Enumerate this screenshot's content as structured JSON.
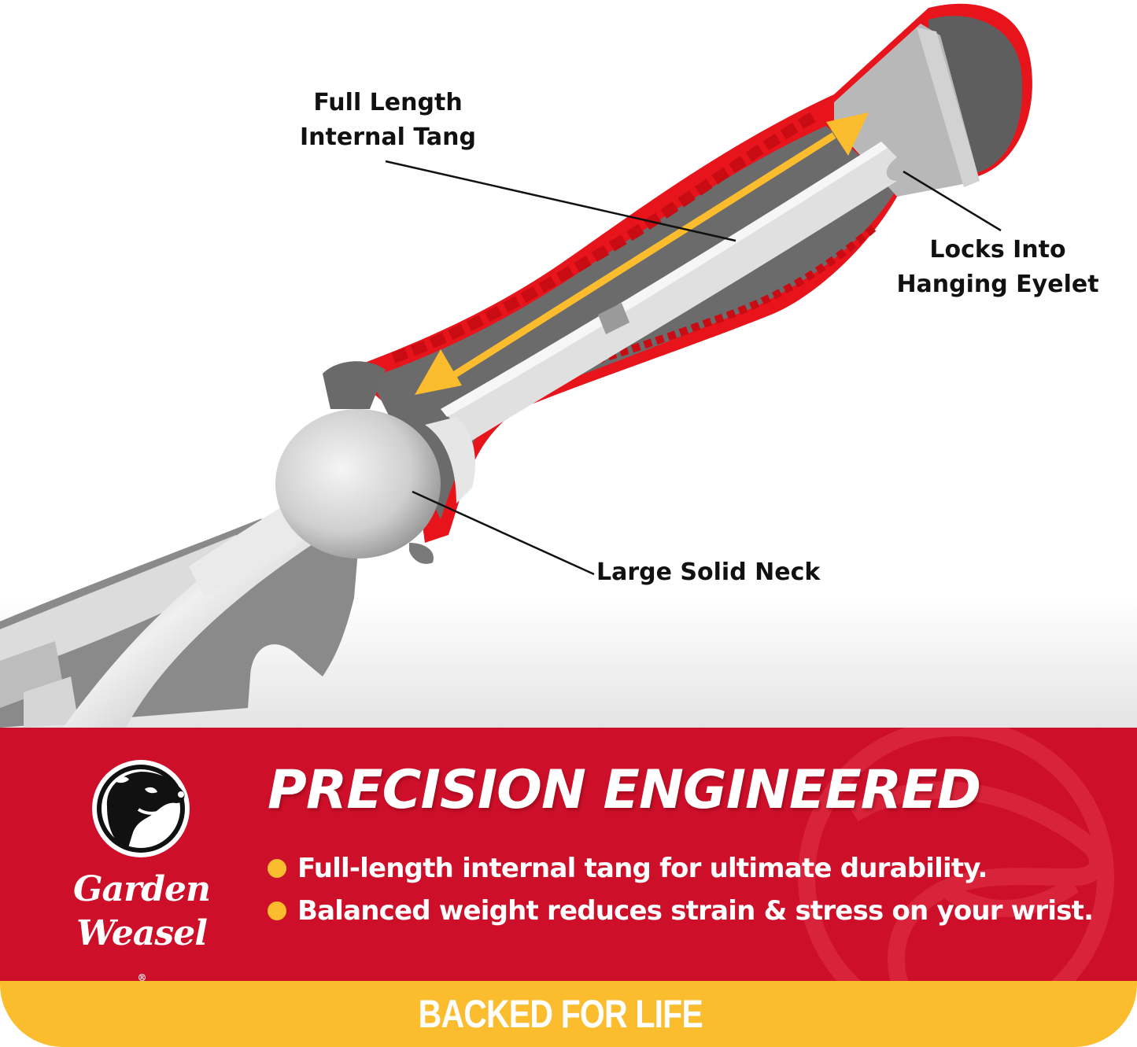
{
  "illustration": {
    "subject": "garden tool handle cutaway",
    "callouts": [
      {
        "id": "tang",
        "lines": [
          "Full Length",
          "Internal Tang"
        ]
      },
      {
        "id": "eyelet",
        "lines": [
          "Locks Into",
          "Hanging Eyelet"
        ]
      },
      {
        "id": "neck",
        "lines": [
          "Large Solid Neck"
        ]
      }
    ],
    "arrow_color": "#fbbd2e",
    "grip_color": "#e8141c",
    "core_color": "#d2d2d2"
  },
  "banner": {
    "brand": {
      "line1": "Garden",
      "line2": "Weasel",
      "registered": "®",
      "icon": "weasel-mascot-icon"
    },
    "headline": "PRECISION ENGINEERED",
    "bullets": [
      "Full-length internal tang for ultimate durability.",
      "Balanced weight reduces strain & stress on your wrist."
    ],
    "background_color": "#cd0f2a",
    "bullet_color": "#fbbd2e"
  },
  "footer": {
    "label": "BACKED FOR LIFE",
    "background_color": "#fbbd2e"
  }
}
